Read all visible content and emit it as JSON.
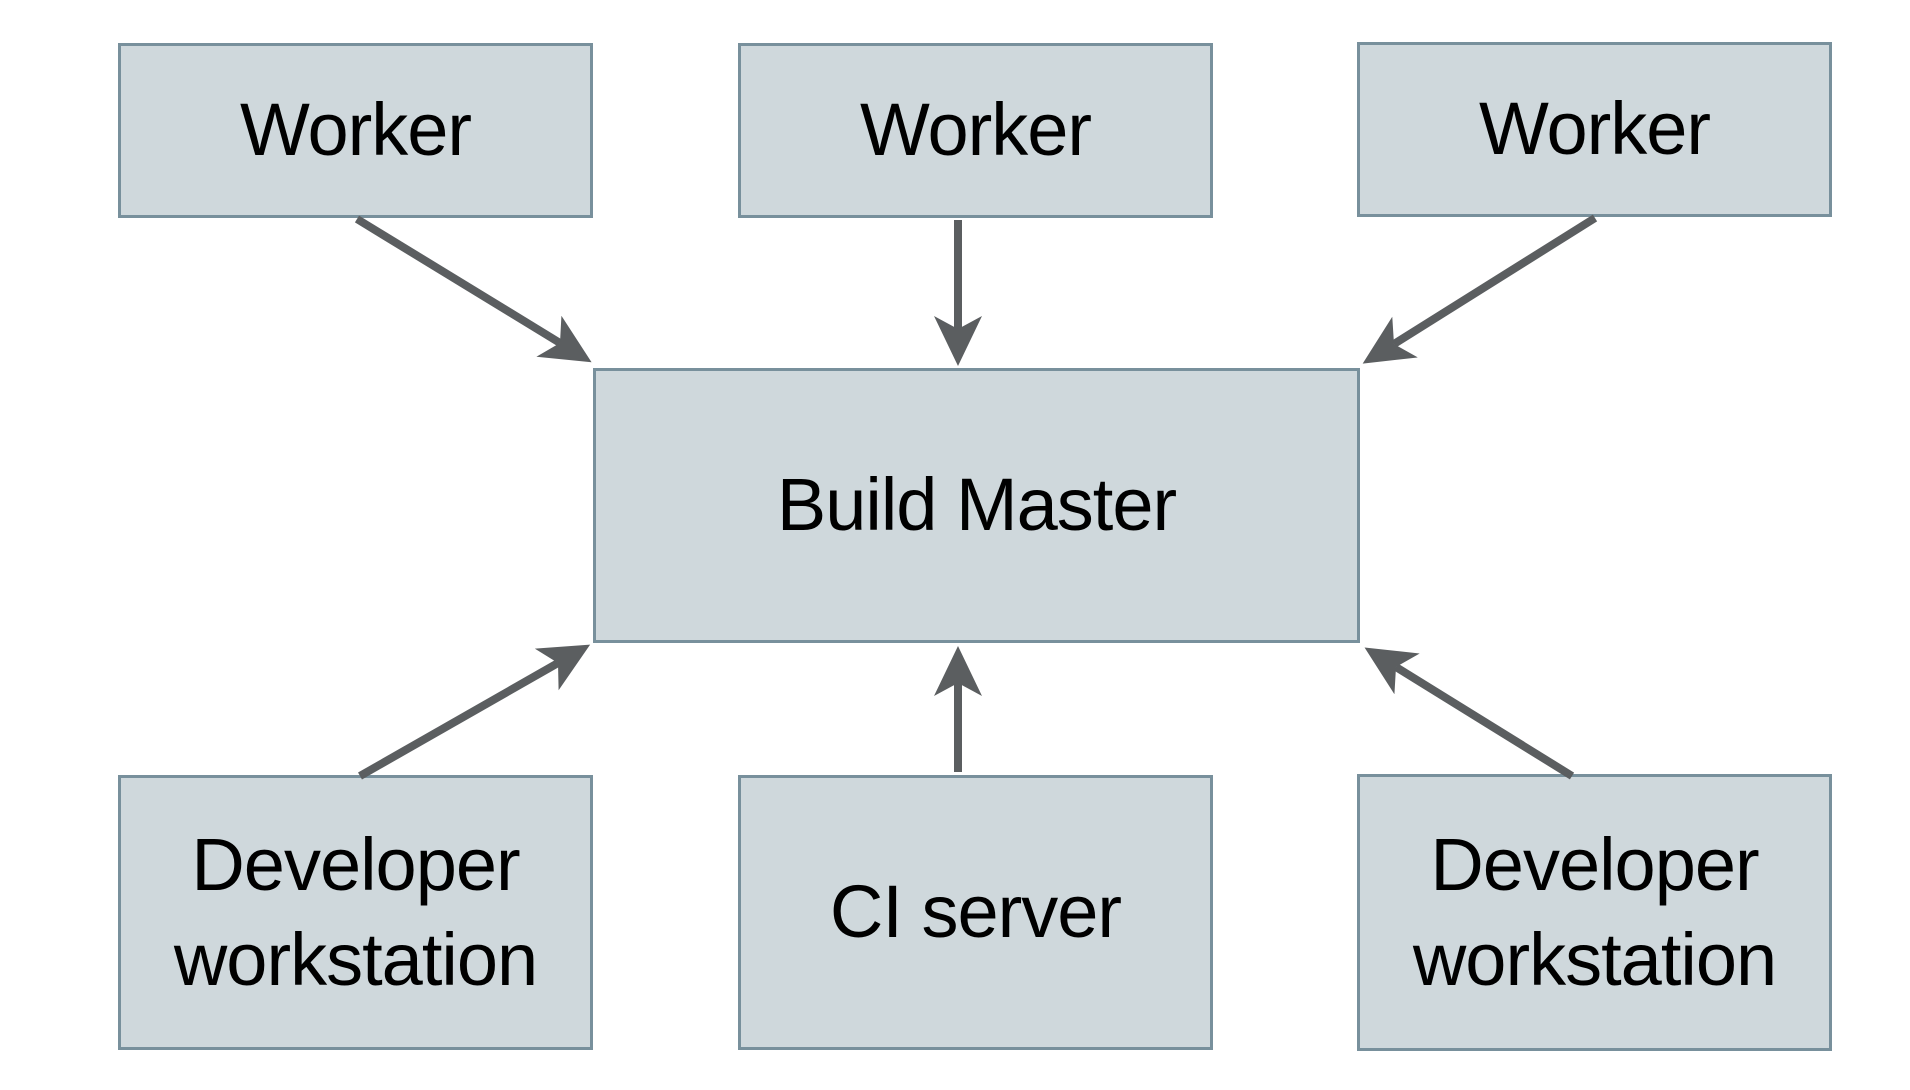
{
  "diagram": {
    "nodes": [
      {
        "id": "worker-1",
        "label": "Worker"
      },
      {
        "id": "worker-2",
        "label": "Worker"
      },
      {
        "id": "worker-3",
        "label": "Worker"
      },
      {
        "id": "build-master",
        "label": "Build Master"
      },
      {
        "id": "dev-workstation-left",
        "label": "Developer workstation"
      },
      {
        "id": "ci-server",
        "label": "CI server"
      },
      {
        "id": "dev-workstation-right",
        "label": "Developer workstation"
      }
    ],
    "edges": [
      {
        "from": "worker-1",
        "to": "build-master"
      },
      {
        "from": "worker-2",
        "to": "build-master"
      },
      {
        "from": "worker-3",
        "to": "build-master"
      },
      {
        "from": "dev-workstation-left",
        "to": "build-master"
      },
      {
        "from": "ci-server",
        "to": "build-master"
      },
      {
        "from": "dev-workstation-right",
        "to": "build-master"
      }
    ],
    "colors": {
      "node_fill": "#cfd8dc",
      "node_border": "#78909c",
      "arrow": "#5b5e60",
      "text": "#000000",
      "background": "#ffffff"
    }
  }
}
